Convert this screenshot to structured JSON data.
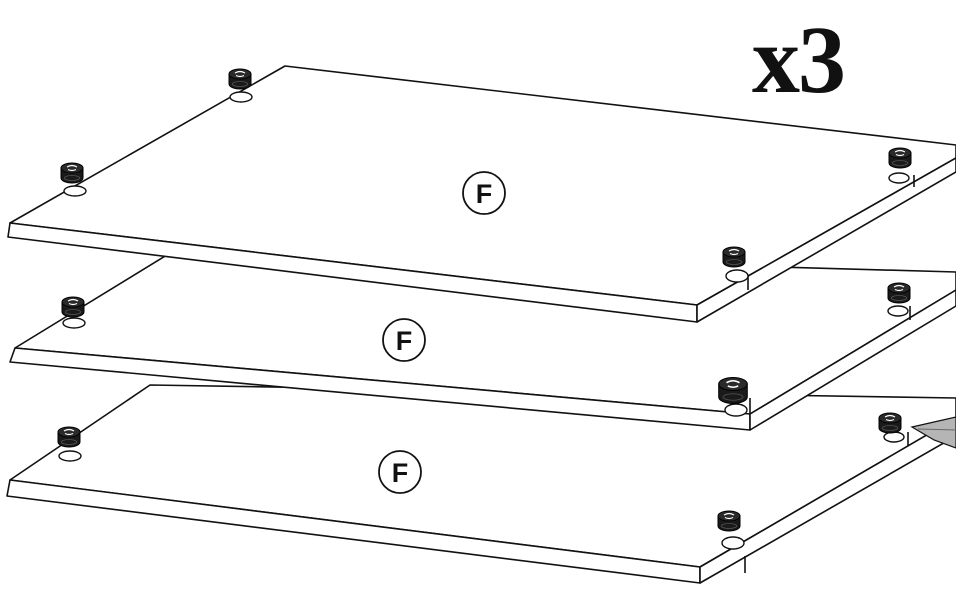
{
  "quantity_label": "x3",
  "panels": [
    {
      "label": "F"
    },
    {
      "label": "F"
    },
    {
      "label": "F"
    }
  ],
  "colors": {
    "line": "#111111",
    "panel": "#ffffff",
    "fastener": "#1a1a1a",
    "tool": "#9a9a9a"
  }
}
